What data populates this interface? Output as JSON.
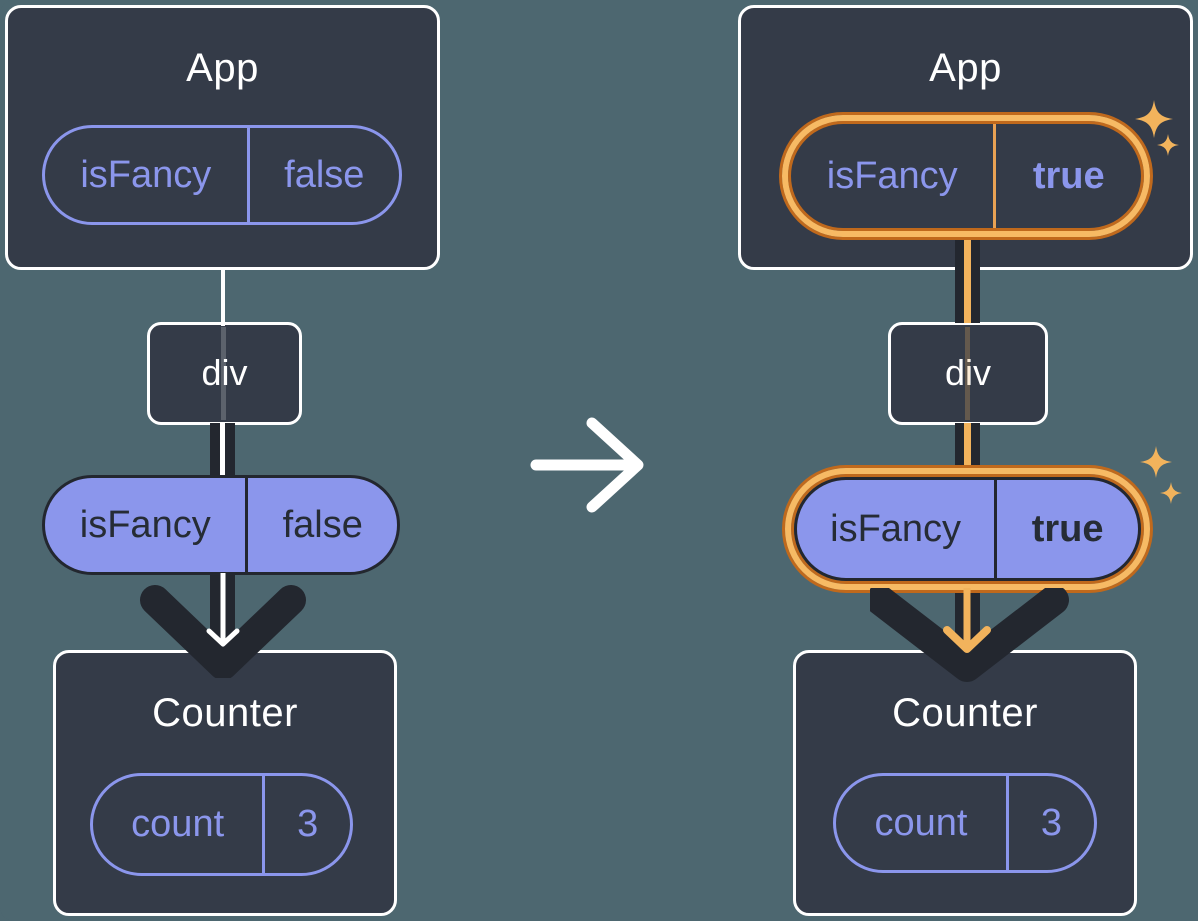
{
  "colors": {
    "background": "#4D6770",
    "card": "#343B48",
    "ink_dark": "#23272F",
    "accent_purple": "#8B96EC",
    "highlight_gold": "#F2B35C",
    "highlight_gold_light": "#F7BA64",
    "highlight_orange_dark": "#C0691C",
    "white": "#FFFFFF"
  },
  "before": {
    "app": {
      "title": "App",
      "state": {
        "name": "isFancy",
        "value": "false"
      }
    },
    "div_node": {
      "label": "div"
    },
    "prop": {
      "name": "isFancy",
      "value": "false"
    },
    "counter": {
      "title": "Counter",
      "state": {
        "name": "count",
        "value": "3"
      }
    }
  },
  "after": {
    "app": {
      "title": "App",
      "state": {
        "name": "isFancy",
        "value": "true"
      }
    },
    "div_node": {
      "label": "div"
    },
    "prop": {
      "name": "isFancy",
      "value": "true"
    },
    "counter": {
      "title": "Counter",
      "state": {
        "name": "count",
        "value": "3"
      }
    }
  }
}
